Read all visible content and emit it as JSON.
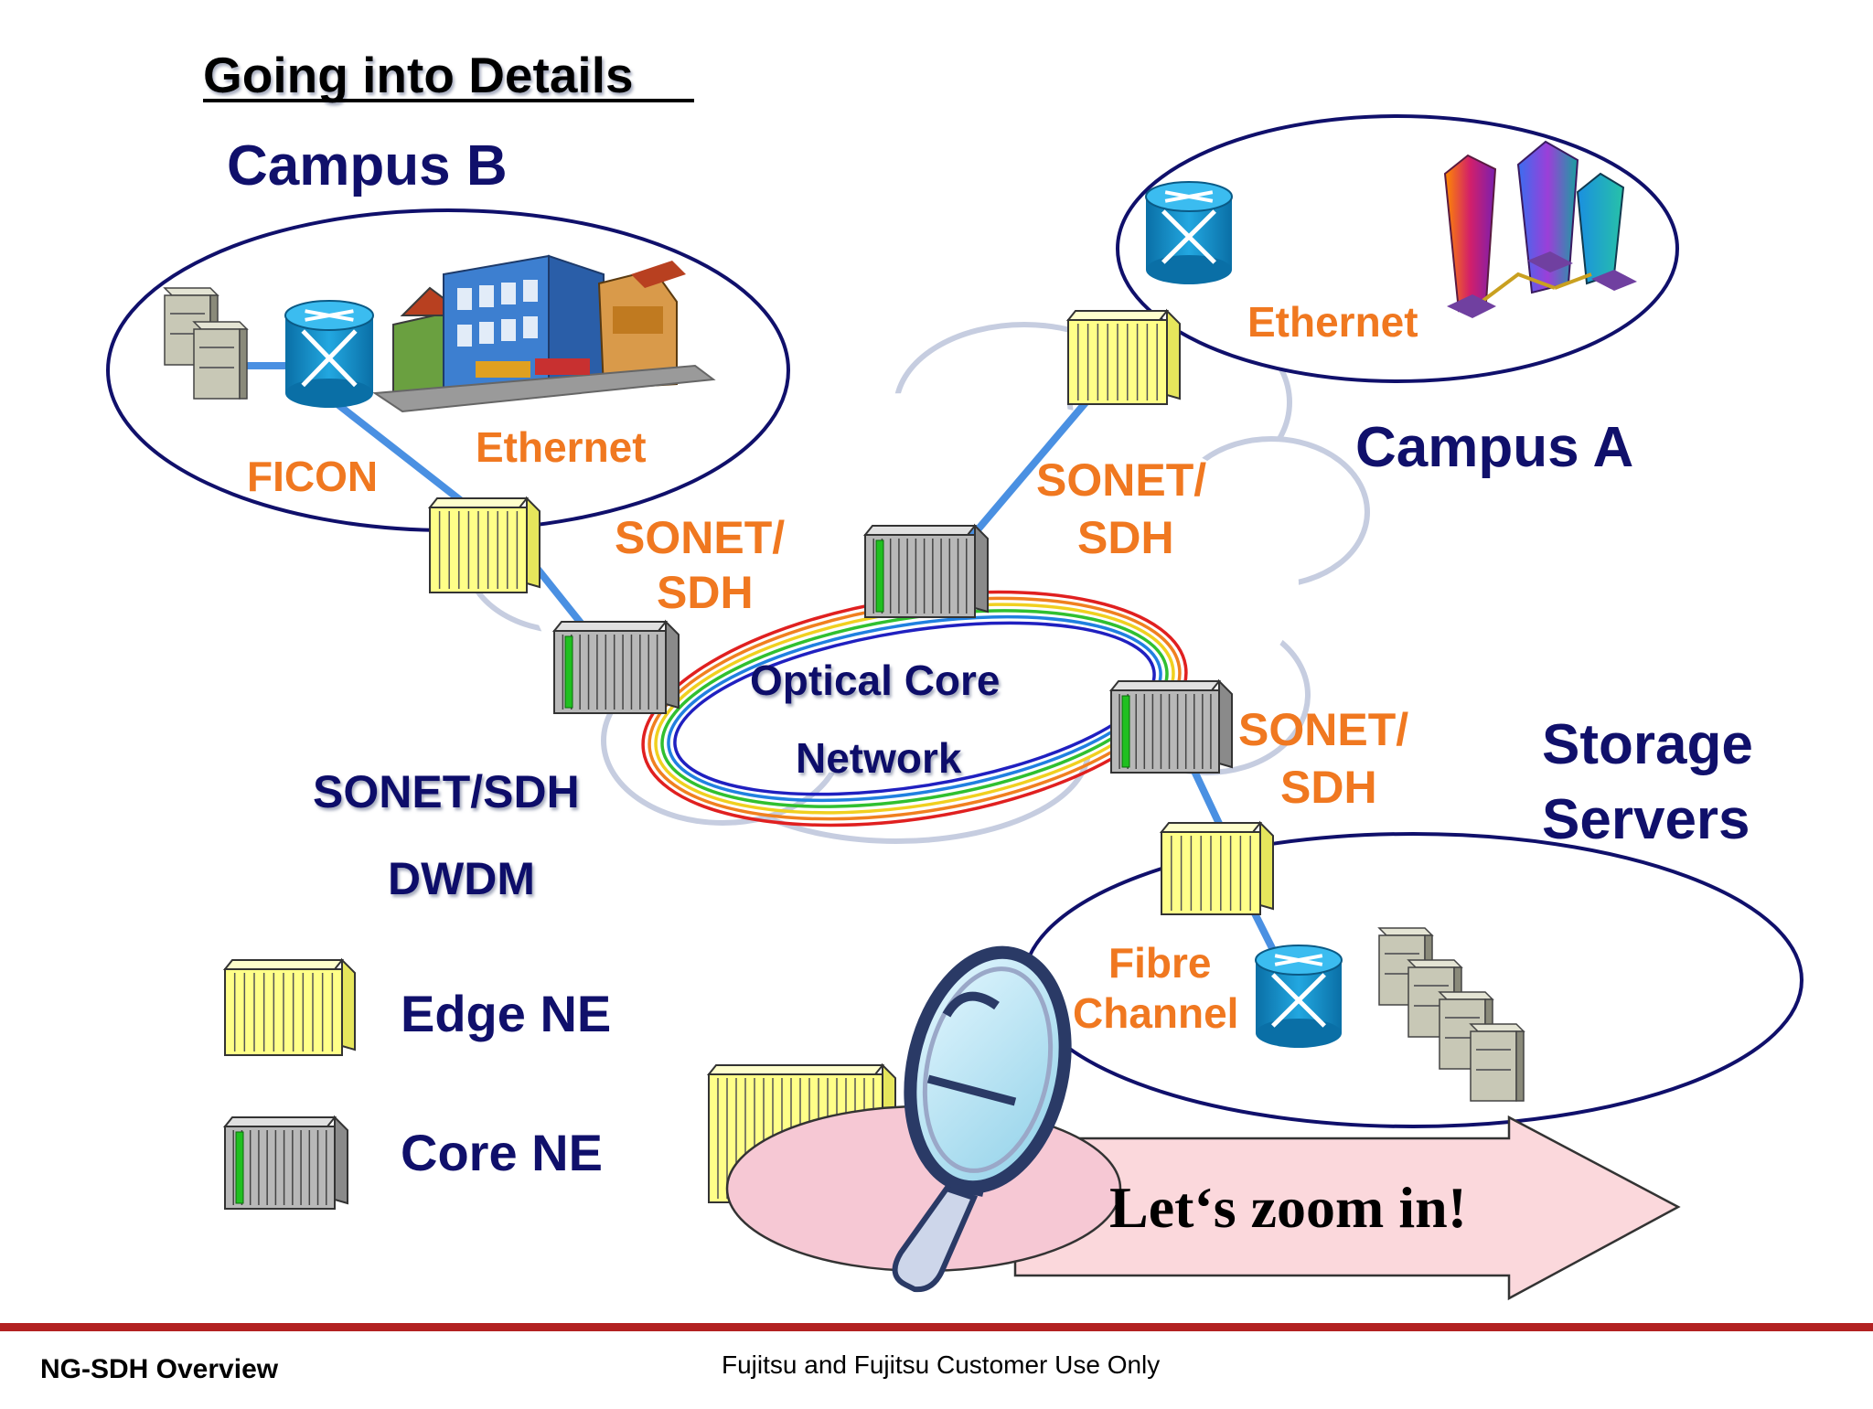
{
  "slide": {
    "title": "Going into Details",
    "footer_left": "NG-SDH Overview",
    "footer_center": "Fujitsu and Fujitsu Customer Use Only"
  },
  "campuses": {
    "campus_b": "Campus B",
    "campus_a": "Campus A",
    "storage_line1": "Storage",
    "storage_line2": "Servers"
  },
  "links": {
    "ficon": "FICON",
    "ethernet_b": "Ethernet",
    "ethernet_a": "Ethernet",
    "sonet_b_line1": "SONET/",
    "sonet_b_line2": "SDH",
    "sonet_a_line1": "SONET/",
    "sonet_a_line2": "SDH",
    "sonet_s_line1": "SONET/",
    "sonet_s_line2": "SDH",
    "fibre_line1": "Fibre",
    "fibre_line2": "Channel"
  },
  "core": {
    "label_line1": "Optical Core",
    "label_line2": "Network",
    "tech_line1": "SONET/SDH",
    "tech_line2": "DWDM"
  },
  "legend": {
    "edge": "Edge NE",
    "core": "Core NE"
  },
  "callout": {
    "zoom": "Let‘s zoom in!"
  },
  "colors": {
    "navy": "#10106b",
    "orange": "#f07820",
    "edge_ne": "#ffff88",
    "core_ne": "#b8b8b8",
    "link_blue": "#4a90e2",
    "footer_rule": "#b22222",
    "arrow_fill": "#fbd8dc",
    "ring_colors": [
      "#e02020",
      "#f08020",
      "#f0d020",
      "#30c030",
      "#2080e0",
      "#2020c0"
    ]
  }
}
